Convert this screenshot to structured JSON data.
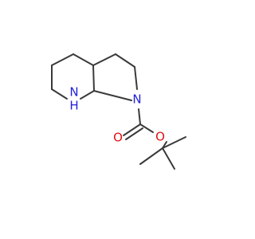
{
  "molecule": {
    "atoms": {
      "nh": {
        "label": "N",
        "sub_label": "H",
        "color": "#1f1fd8",
        "sub_color": "#1f1fd8"
      },
      "n1": {
        "label": "N",
        "color": "#1f1fd8"
      },
      "o_ester": {
        "label": "O",
        "color": "#e01010"
      },
      "o_carbonyl": {
        "label": "O",
        "color": "#e01010"
      }
    },
    "bond_color": "#3a3a3a"
  }
}
